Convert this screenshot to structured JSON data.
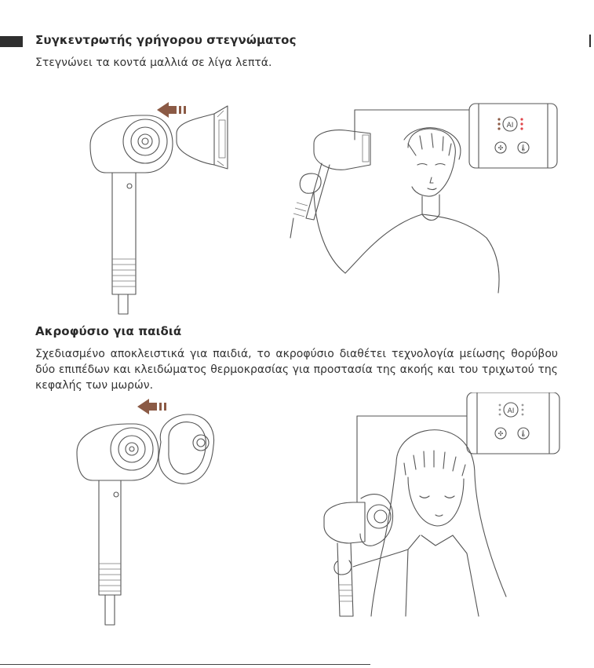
{
  "section1": {
    "title": "Συγκεντρωτής γρήγορου στεγνώματος",
    "description": "Στεγνώνει τα κοντά μαλλιά σε λίγα λεπτά."
  },
  "section2": {
    "title": "Ακροφύσιο για παιδιά",
    "description": "Σχεδιασμένο αποκλειστικά για παιδιά, το ακροφύσιο διαθέτει τεχνολογία μείωσης θορύβου δύο επιπέδων και κλειδώματος θερμοκρασίας για προστασία της ακοής και του τριχωτού της κεφαλής των μωρών."
  },
  "control_panel": {
    "ai_label": "AI"
  },
  "colors": {
    "arrow": "#8b5a45",
    "indicator_red": "#e0454a",
    "line": "#555555"
  },
  "icons": [
    "dryer-with-concentrator",
    "man-drying-hair",
    "dryer-with-kids-nozzle",
    "girl-drying-hair",
    "fan-speed-icon",
    "temperature-icon",
    "ai-button"
  ]
}
